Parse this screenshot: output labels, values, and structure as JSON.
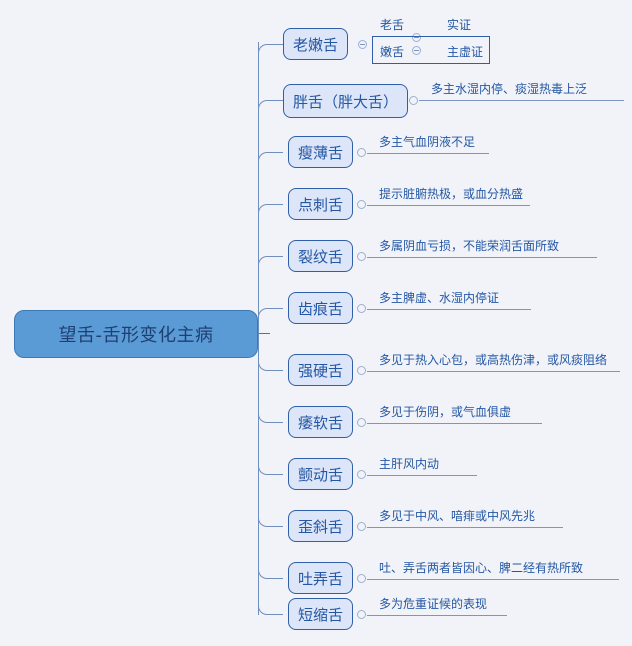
{
  "diagram": {
    "type": "mindmap",
    "background_color": "#f2f3f8",
    "root": {
      "label": "望舌-舌形变化主病"
    },
    "colors": {
      "root_fill": "#5b9bd5",
      "root_border": "#3a79b4",
      "node_fill": "#dde5f8",
      "node_border": "#2f5fa8",
      "text": "#2357a4",
      "line": "#7b95c4"
    },
    "branches": [
      {
        "label": "老嫩舌",
        "toggle_icon": "collapse-minus-icon",
        "children": [
          {
            "label": "老舌",
            "toggle_icon": "collapse-minus-icon",
            "value": "实证",
            "selected": false
          },
          {
            "label": "嫩舌",
            "toggle_icon": "collapse-minus-icon",
            "value": "主虚证",
            "selected": true
          }
        ]
      },
      {
        "label": "胖舌（胖大舌）",
        "toggle_icon": "collapse-circle-icon",
        "leaf": "多主水湿内停、痰湿热毒上泛"
      },
      {
        "label": "瘦薄舌",
        "toggle_icon": "collapse-circle-icon",
        "leaf": "多主气血阴液不足"
      },
      {
        "label": "点刺舌",
        "toggle_icon": "collapse-circle-icon",
        "leaf": "提示脏腑热极，或血分热盛"
      },
      {
        "label": "裂纹舌",
        "toggle_icon": "collapse-circle-icon",
        "leaf": "多属阴血亏损，不能荣润舌面所致"
      },
      {
        "label": "齿痕舌",
        "toggle_icon": "collapse-circle-icon",
        "leaf": "多主脾虚、水湿内停证"
      },
      {
        "label": "强硬舌",
        "toggle_icon": "collapse-circle-icon",
        "leaf": "多见于热入心包，或高热伤津，或风痰阻络"
      },
      {
        "label": "痿软舌",
        "toggle_icon": "collapse-circle-icon",
        "leaf": "多见于伤阴，或气血俱虚"
      },
      {
        "label": "颤动舌",
        "toggle_icon": "collapse-circle-icon",
        "leaf": "主肝风内动"
      },
      {
        "label": "歪斜舌",
        "toggle_icon": "collapse-circle-icon",
        "leaf": "多见于中风、喑痱或中风先兆"
      },
      {
        "label": "吐弄舌",
        "toggle_icon": "collapse-circle-icon",
        "leaf": "吐、弄舌两者皆因心、脾二经有热所致"
      },
      {
        "label": "短缩舌",
        "toggle_icon": "collapse-circle-icon",
        "leaf": "多为危重证候的表现"
      }
    ]
  }
}
